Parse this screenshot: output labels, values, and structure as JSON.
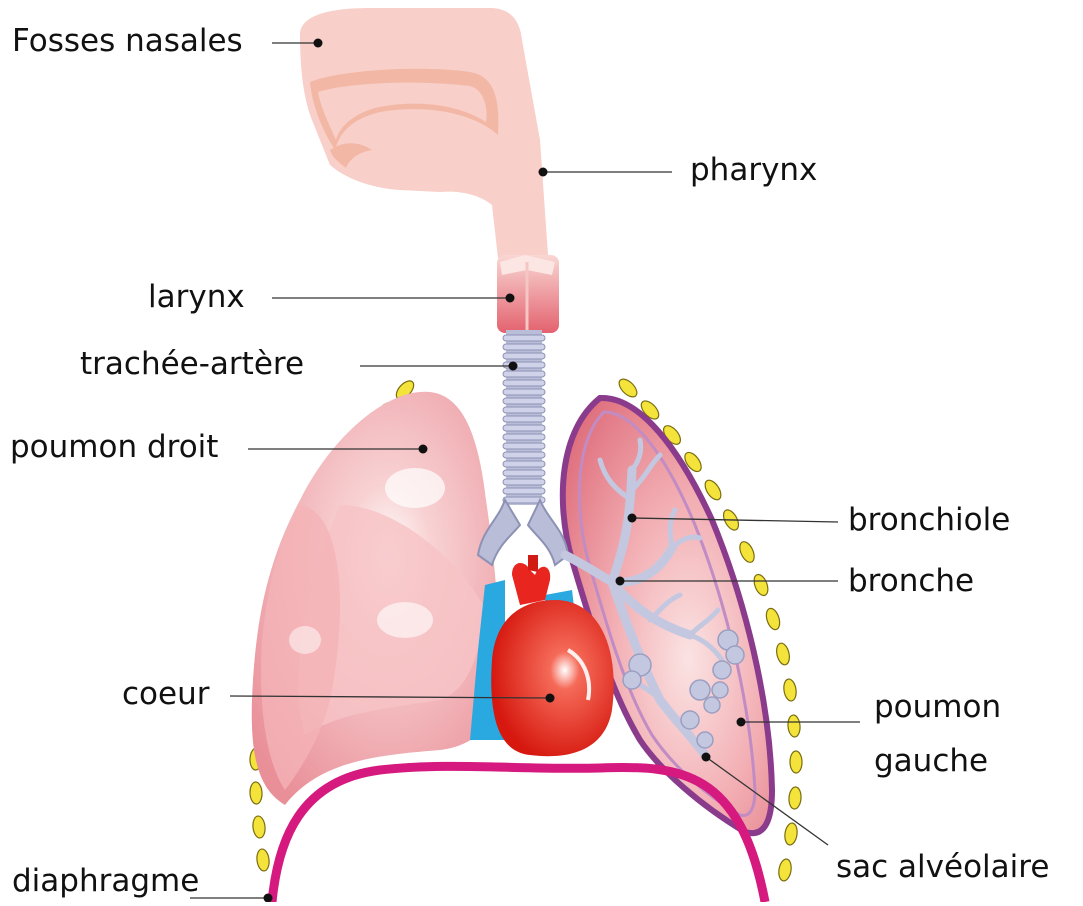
{
  "labels": {
    "fosses_nasales": "Fosses nasales",
    "pharynx": "pharynx",
    "larynx": "larynx",
    "trachee": "trachée-artère",
    "poumon_droit": "poumon droit",
    "bronchiole": "bronchiole",
    "bronche": "bronche",
    "coeur": "coeur",
    "poumon_gauche_1": "poumon",
    "poumon_gauche_2": "gauche",
    "sac_alveolaire": "sac alvéolaire",
    "diaphragme": "diaphragme"
  },
  "colors": {
    "airway": "#f8cfc9",
    "lung": "#f3b6b8",
    "lung_dark": "#e9848f",
    "trachea": "#b9bdd8",
    "heart": "#e8261f",
    "vessel": "#2aa8e0",
    "ribs": "#f3e33a",
    "pleura": "#8a3b8c",
    "diaphragm": "#d6197f",
    "bronchi": "#c3c8e0"
  }
}
